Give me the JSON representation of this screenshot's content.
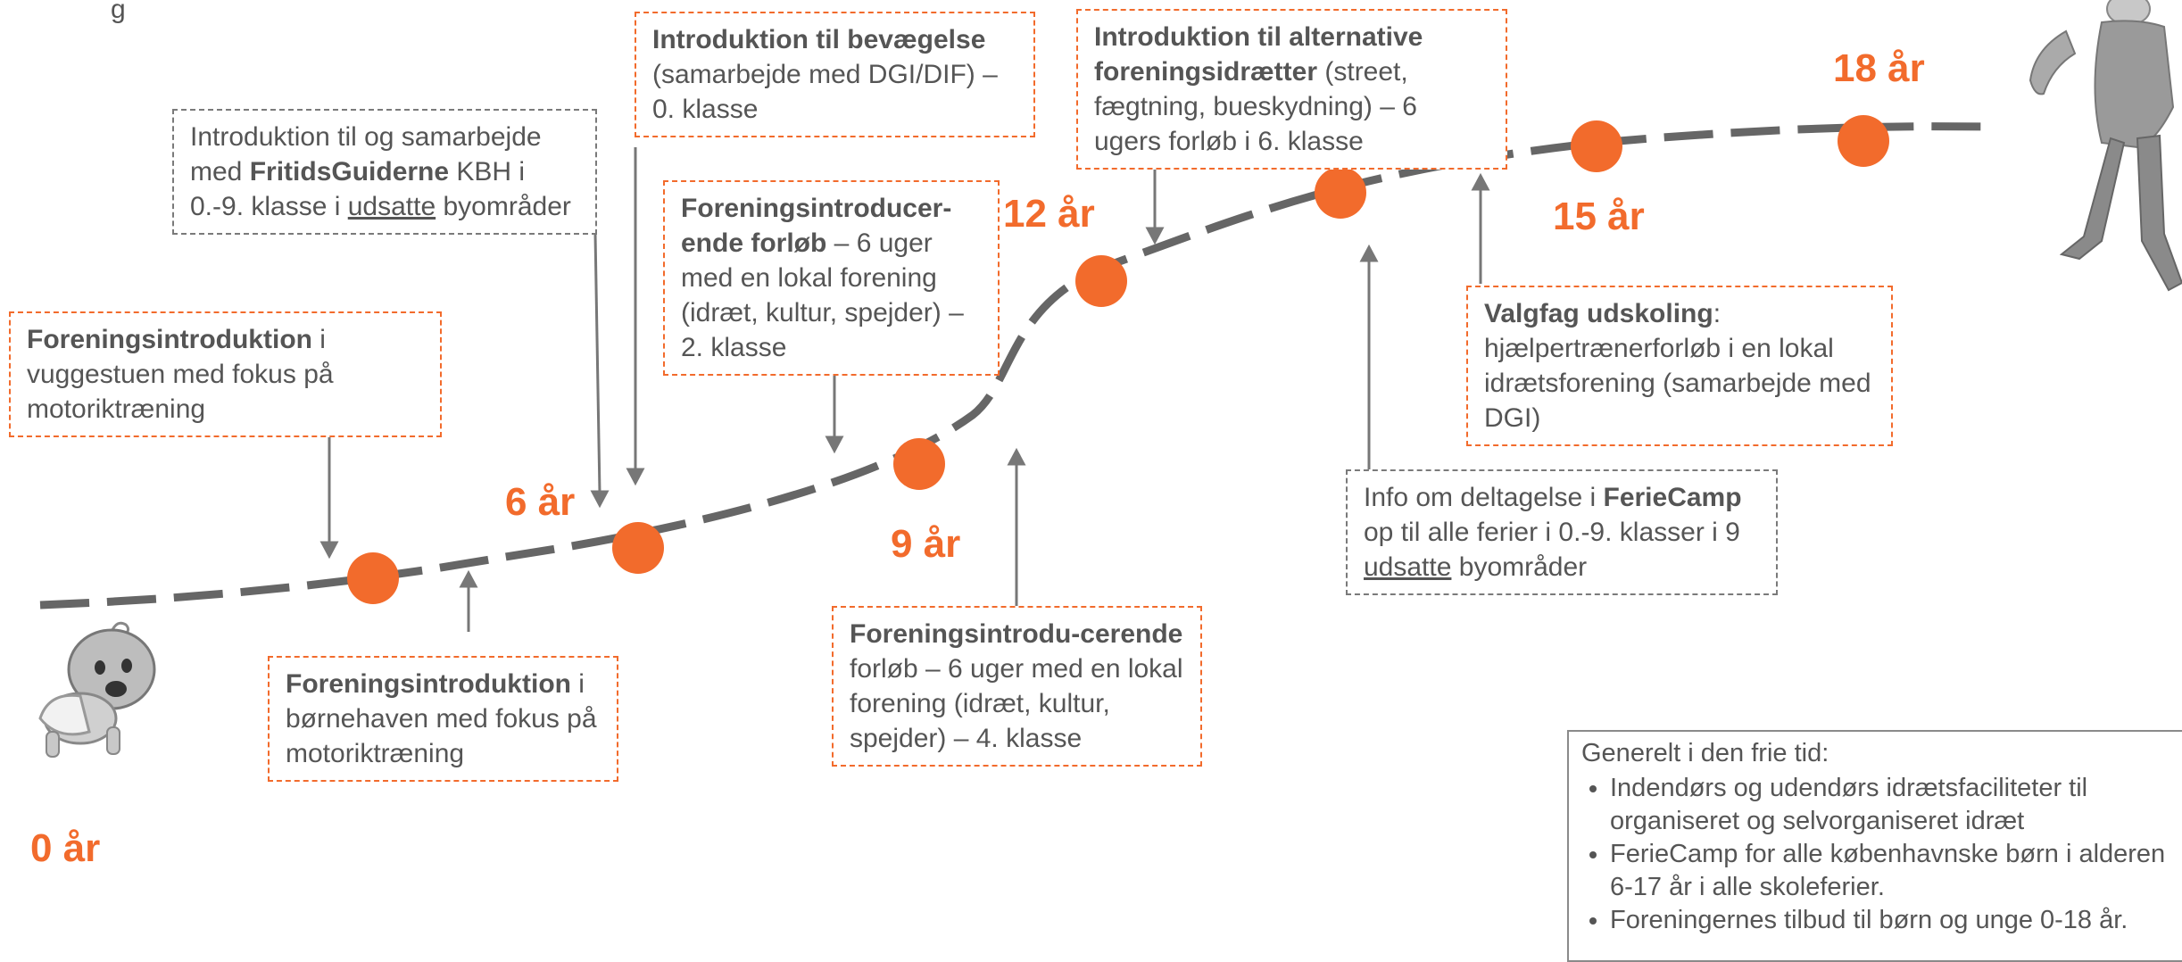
{
  "title_fragment": "g",
  "ages": {
    "a0": "0 år",
    "a6": "6 år",
    "a9": "9 år",
    "a12": "12 år",
    "a15": "15 år",
    "a18": "18 år"
  },
  "boxes": {
    "vuggestue": {
      "bold": "Foreningsintroduktion",
      "text": " i vuggestuen med fokus på motoriktræning"
    },
    "fritidsguiderne": {
      "pre": "Introduktion til og samarbejde med ",
      "bold": "FritidsGuiderne",
      "mid": " KBH i 0.-9. klasse i ",
      "underline": "udsatte",
      "post": " byområder"
    },
    "bevaegelse": {
      "bold": "Introduktion til bevægelse",
      "text": " (samarbejde med DGI/DIF) – 0. klasse"
    },
    "foreningsforloeb2": {
      "bold": "Foreningsintroducer-ende forløb",
      "text": " – 6 uger med en lokal forening (idræt, kultur, spejder) – 2. klasse"
    },
    "boernehave": {
      "bold": "Foreningsintroduktion",
      "text": " i børnehaven med fokus på motoriktræning"
    },
    "foreningsforloeb4": {
      "bold": "Foreningsintrodu-cerende",
      "text": " forløb – 6 uger med en lokal forening (idræt, kultur, spejder) – 4. klasse"
    },
    "alternative": {
      "bold": "Introduktion til alternative foreningsidrætter",
      "text": " (street, fægtning, bueskydning) – 6 ugers forløb i 6. klasse"
    },
    "feriecamp": {
      "pre": "Info om deltagelse i ",
      "bold": "FerieCamp",
      "mid": " op til alle ferier i 0.-9. klasser i 9 ",
      "underline": "udsatte",
      "post": " byområder"
    },
    "valgfag": {
      "bold": "Valgfag udskoling",
      "text": ": hjælpertrænerforløb i en lokal idrætsforening (samarbejde med DGI)"
    }
  },
  "general": {
    "title": "Generelt i den frie tid:",
    "items": [
      "Indendørs og udendørs idrætsfaciliteter til organiseret og selvorganiseret idræt",
      "FerieCamp for alle københavnske børn i alderen 6-17 år i alle skoleferier.",
      "Foreningernes tilbud til børn og unge 0-18 år."
    ]
  },
  "colors": {
    "accent": "#f26b2c",
    "line": "#666666",
    "text": "#555555"
  },
  "icons": [
    "baby-figure",
    "adult-figure"
  ]
}
